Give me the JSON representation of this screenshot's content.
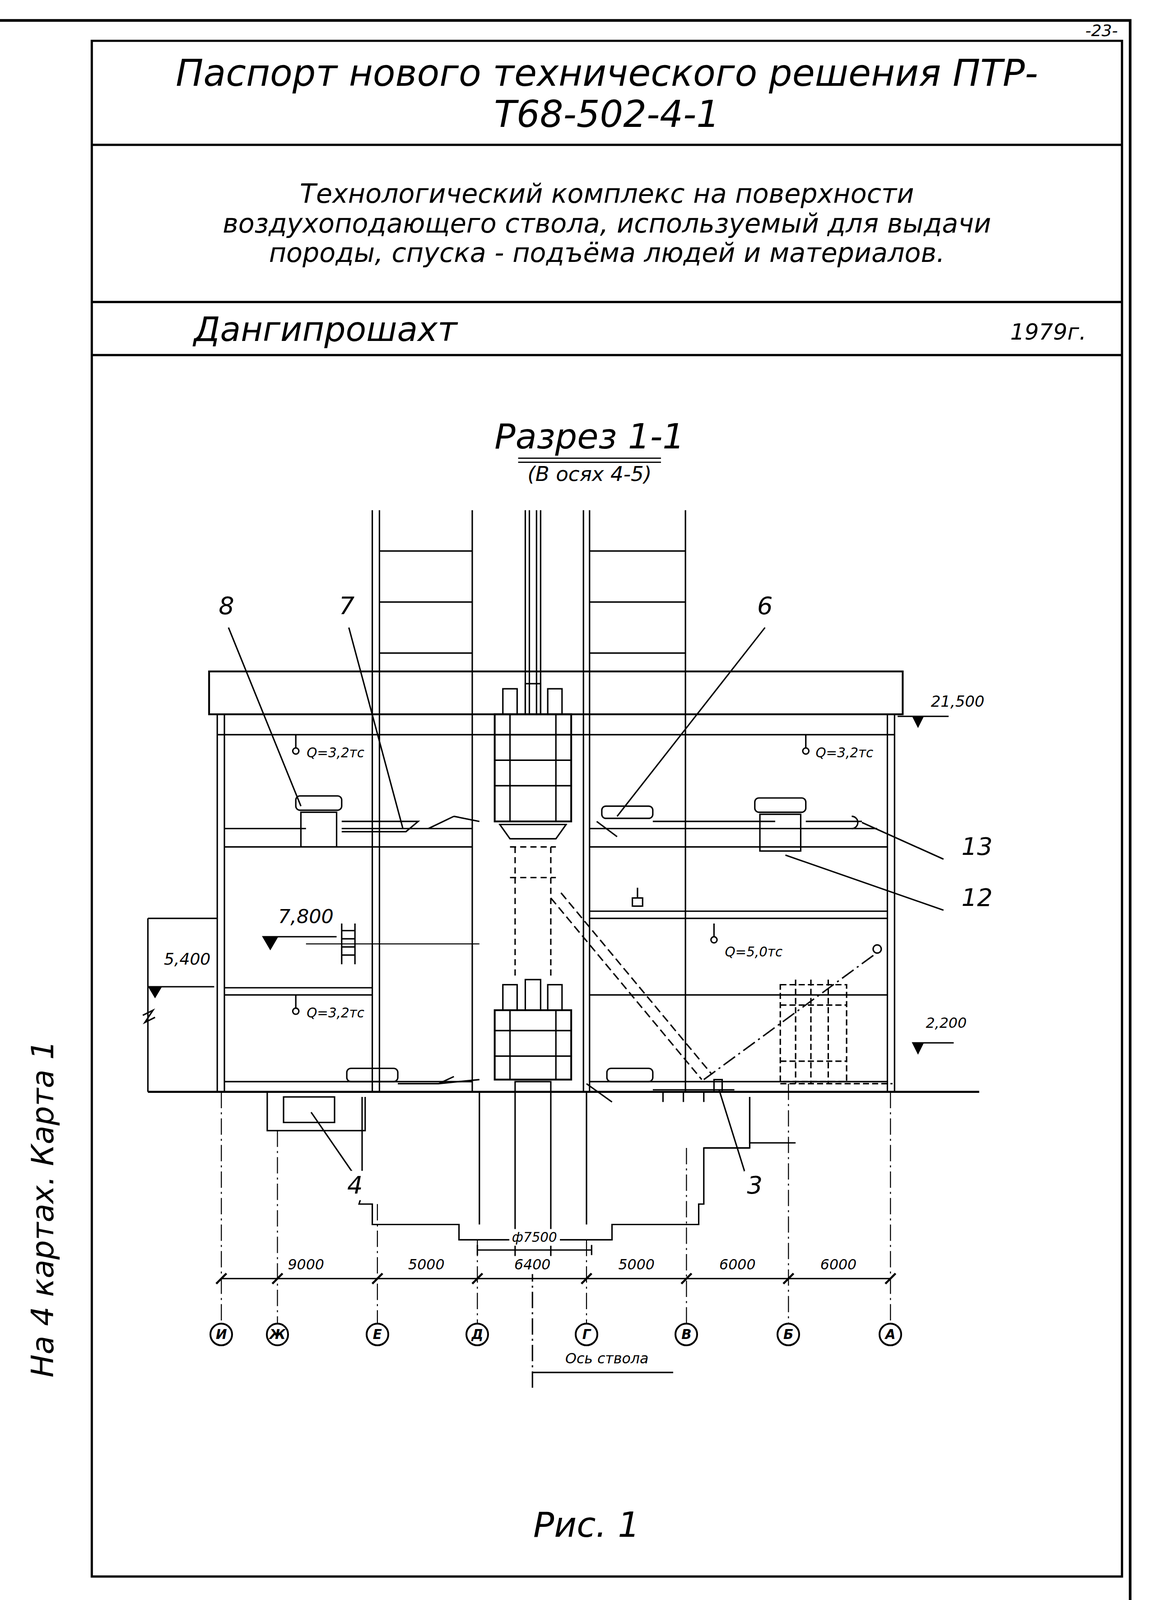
{
  "diagram": {
    "title": "Паспорт нового технического решения ПТР-Т68-502-4-1",
    "caption": "Рис. 1",
    "nodes": [
      {
        "text": [
          "И"
        ]
      },
      {
        "text": [
          "Ж"
        ]
      },
      {
        "text": [
          "Е"
        ]
      },
      {
        "text": [
          "Д"
        ]
      },
      {
        "text": [
          "Г"
        ]
      },
      {
        "text": [
          "В"
        ]
      },
      {
        "text": [
          "Б"
        ]
      },
      {
        "text": [
          "А"
        ]
      }
    ],
    "labels": [
      "-23-",
      "Технологический комплекс на поверхности воздухоподающего ствола, используемый для выдачи породы, спуска - подъёма людей и материалов.",
      "Дангипрошахт",
      "1979г.",
      "Разрез 1-1",
      "(В осях 4-5)",
      "8",
      "7",
      "6",
      "13",
      "12",
      "Q=3,2тс",
      "Q=3,2тс",
      "21,500",
      "7,800",
      "5,400",
      "Q=5,0тс",
      "Q=3,2тс",
      "2,200",
      "4",
      "3",
      "ф7500",
      "9000",
      "5000",
      "6400",
      "5000",
      "6000",
      "6000",
      "Ось ствола",
      "На 4 картах. Карта 1"
    ]
  }
}
